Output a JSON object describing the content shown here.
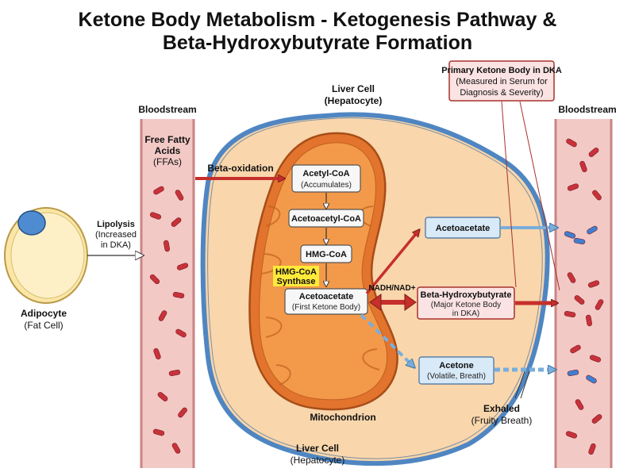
{
  "title": {
    "line1": "Ketone Body Metabolism - Ketogenesis Pathway &",
    "line2": "Beta-Hydroxybutyrate Formation"
  },
  "adipocyte": {
    "name": "Adipocyte",
    "sub": "(Fat Cell)"
  },
  "lipolysis": {
    "line1": "Lipolysis",
    "line2": "(Increased",
    "line3": "in DKA)"
  },
  "bloodstream_left": {
    "label": "Bloodstream"
  },
  "bloodstream_right": {
    "label": "Bloodstream"
  },
  "ffa": {
    "line1": "Free Fatty",
    "line2": "Acids",
    "line3": "(FFAs)"
  },
  "beta_oxidation": {
    "label": "Beta-oxidation"
  },
  "liver_top": {
    "line1": "Liver Cell",
    "line2": "(Hepatocyte)"
  },
  "liver_bottom": {
    "line1": "Liver Cell",
    "line2": "(Hepatocyte)"
  },
  "mitochondrion": {
    "label": "Mitochondrion"
  },
  "pathway": {
    "acetyl_coa": {
      "name": "Acetyl-CoA",
      "sub": "(Accumulates)"
    },
    "acetoacetyl_coa": {
      "name": "Acetoacetyl-CoA"
    },
    "hmg_coa": {
      "name": "HMG-CoA"
    },
    "enzyme": {
      "line1": "HMG-CoA",
      "line2": "Synthase"
    },
    "acetoacetate_mito": {
      "name": "Acetoacetate",
      "sub": "(First Ketone Body)"
    }
  },
  "nadh": {
    "label": "NADH/NAD+"
  },
  "products": {
    "acetoacetate": {
      "name": "Acetoacetate"
    },
    "bhb": {
      "name": "Beta-Hydroxybutyrate",
      "line2": "(Major Ketone Body",
      "line3": "in DKA)"
    },
    "acetone": {
      "name": "Acetone",
      "sub": "(Volatile, Breath)"
    }
  },
  "callout": {
    "title": "Primary Ketone Body in DKA",
    "line2": "(Measured in Serum for",
    "line3": "Diagnosis & Severity)"
  },
  "exhaled": {
    "name": "Exhaled",
    "sub": "(Fruity Breath)"
  },
  "colors": {
    "vessel_fill": "#f3c9c6",
    "vessel_edge": "#c98584",
    "liver_ring": "#4f86c2",
    "liver_fill": "#f9d6ac",
    "mito_outer": "#e2742e",
    "mito_inner": "#f39a4a",
    "arrow_red": "#c62f2b",
    "arrow_blue": "#79aedb",
    "box_blue": "#d8e9f7",
    "box_red": "#fbe3e3",
    "enzyme_bg": "#ffe93a",
    "rbc": "#c8323a",
    "rbc_blue": "#3f7fd0"
  }
}
